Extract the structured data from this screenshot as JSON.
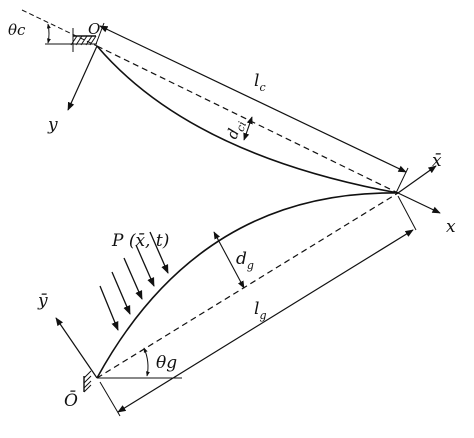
{
  "labels": {
    "theta_c": "θc",
    "origin_top": "O",
    "y_top": "y",
    "l_c_base": "l",
    "l_c_sub": "c",
    "d_c_base": "d",
    "d_c_sub": "ci",
    "x_bar_right": "x̄",
    "x_right": "x",
    "load_label": "P (x̄, t)",
    "d_g_base": "d",
    "d_g_sub": "g",
    "l_g_base": "l",
    "l_g_sub": "g",
    "y_bar_left": "ȳ",
    "theta_g": "θg",
    "origin_bottom": "Ō"
  }
}
